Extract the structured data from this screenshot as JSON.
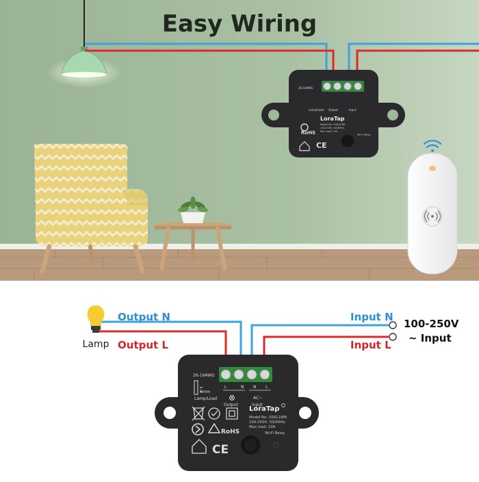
{
  "headline": "Easy Wiring",
  "relay": {
    "wire_gauge": "26-16AWG",
    "strip_length": "5mm",
    "terminal_labels": [
      "L",
      "N",
      "N",
      "L"
    ],
    "load_label": "Lamp/Load",
    "output_label": "Output",
    "input_label": "Input",
    "ac_label": "AC~",
    "brand": "LoraTap",
    "model": "Model No: SS611WB",
    "voltage": "100-250V, 50/60Hz,",
    "max_load": "Max load: 10A",
    "relay_type": "Wi-Fi Relay",
    "rohs": "RoHS",
    "ce": "CE"
  },
  "diagram": {
    "lamp_label": "Lamp",
    "output_n": "Output N",
    "output_l": "Output L",
    "input_n": "Input N",
    "input_l": "Input L",
    "supply_line1": "100-250V",
    "supply_line2": "~ Input"
  },
  "colors": {
    "wall": "#a8bfa0",
    "floor": "#b89878",
    "wire_live": "#d92b2b",
    "wire_neutral": "#3da3dc",
    "relay_body": "#2a2a2c",
    "terminal_green": "#2f8a3e",
    "label_blue": "#2c8fd0",
    "label_red": "#d0262a"
  }
}
